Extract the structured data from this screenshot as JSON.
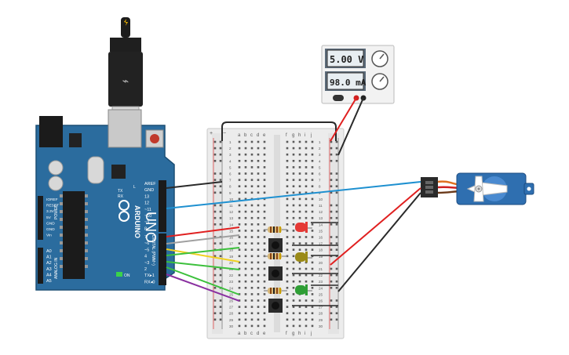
{
  "power_supply": {
    "voltage": "5.00 V",
    "current": "98.0 mA"
  },
  "arduino": {
    "brand": "ARDUINO",
    "model": "UNO",
    "header_top": [
      "AREF",
      "GND",
      "13",
      "12",
      "~11",
      "~10",
      "~9",
      "8"
    ],
    "header_bottom": [
      "7",
      "~6",
      "~5",
      "4",
      "~3",
      "2",
      "TX▸1",
      "RX◂0"
    ],
    "digital_label": "DIGITAL (PWM~)",
    "power_label": "POWER",
    "analog_label": "ANALOG IN",
    "power_pins": [
      "IOREF",
      "RESET",
      "3.3V",
      "5V",
      "GND",
      "GND",
      "Vin"
    ],
    "analog_pins": [
      "A0",
      "A1",
      "A2",
      "A3",
      "A4",
      "A5"
    ],
    "on_label": "ON",
    "tx_label": "TX",
    "rx_label": "RX",
    "l_label": "L"
  },
  "breadboard": {
    "cols_left": [
      "a",
      "b",
      "c",
      "d",
      "e"
    ],
    "cols_right": [
      "f",
      "g",
      "h",
      "i",
      "j"
    ],
    "rows": 30,
    "plus": "+",
    "minus": "−"
  },
  "components": {
    "leds": [
      {
        "name": "red-led",
        "color": "#e53935"
      },
      {
        "name": "yellow-led",
        "color": "#9a8a18"
      },
      {
        "name": "green-led",
        "color": "#2e9e35"
      }
    ],
    "servo_color": "#2f6fb0"
  },
  "wire_colors": {
    "red": "#e02020",
    "black": "#2a2a2a",
    "blue": "#1e90d0",
    "yellow": "#f0d020",
    "green": "#3cc03c",
    "purple": "#8a30a0",
    "gray": "#a0a0a0"
  }
}
